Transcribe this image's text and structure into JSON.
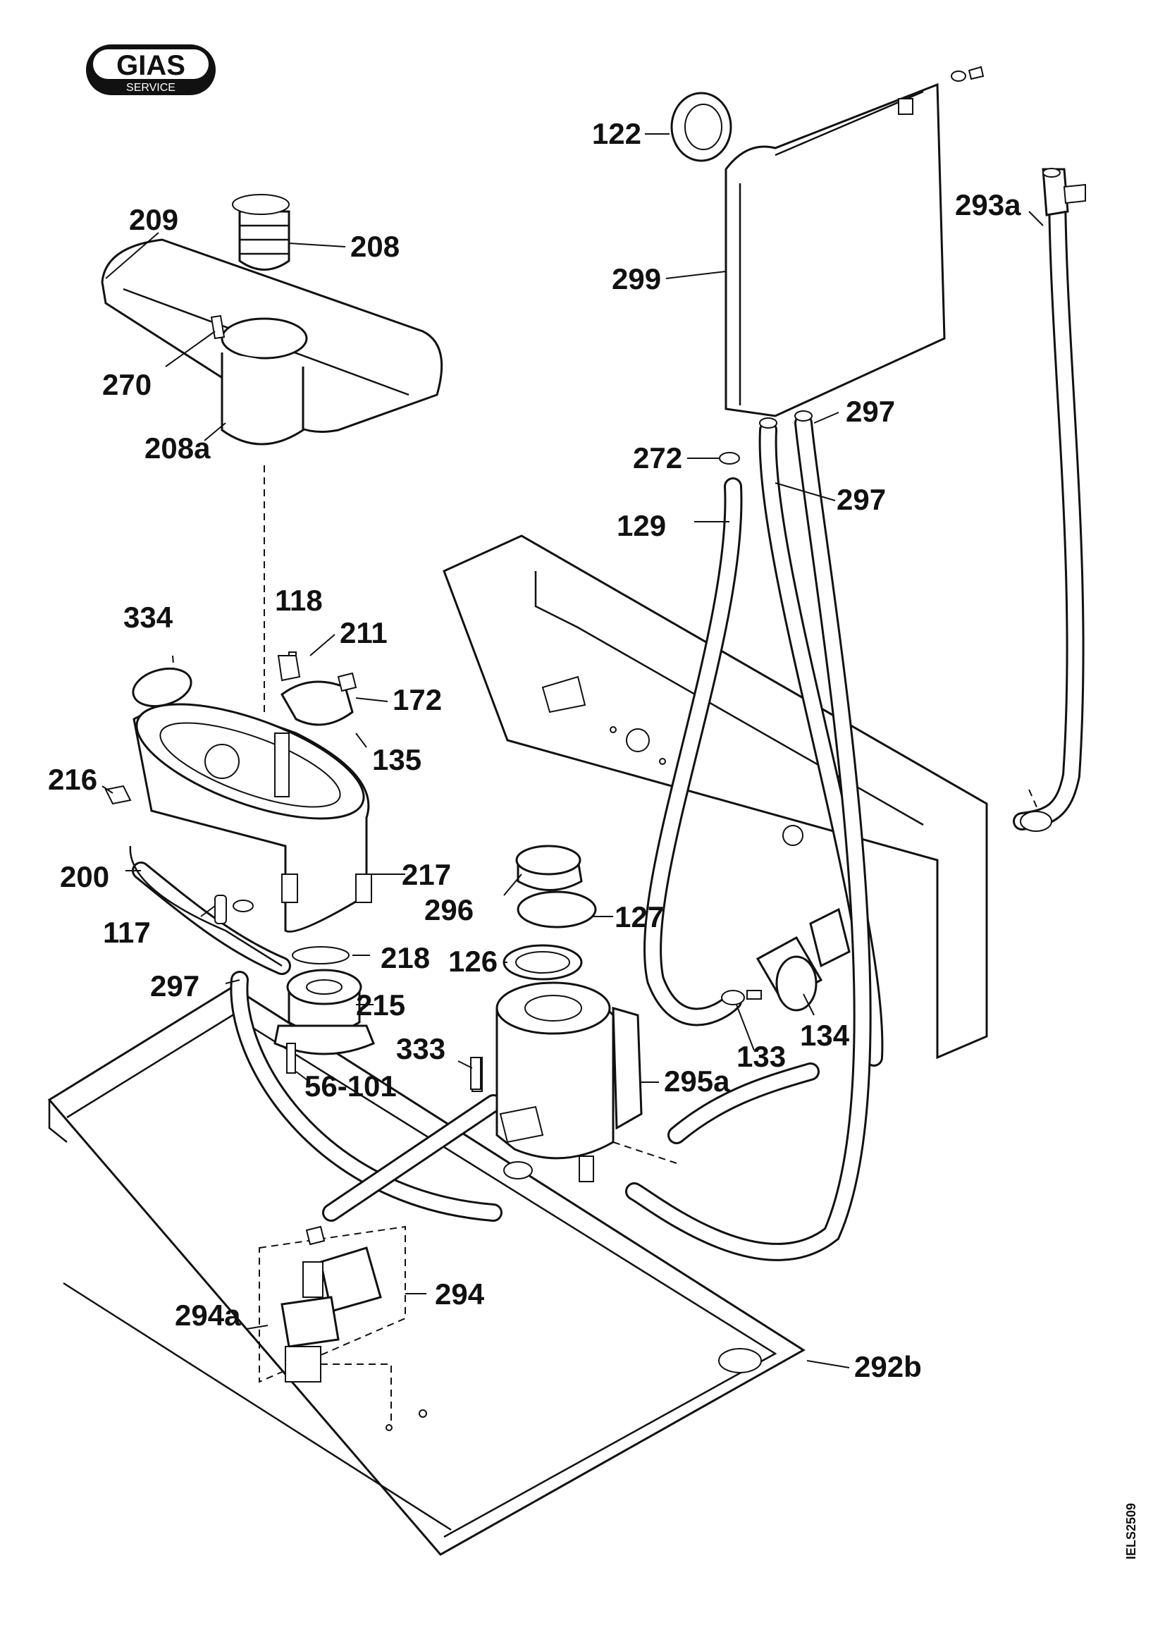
{
  "logo": {
    "brand": "GIAS",
    "subtitle": "SERVICE"
  },
  "drawing_code": "IELS2509",
  "part_labels": {
    "p122": "122",
    "p209": "209",
    "p208": "208",
    "p293a": "293a",
    "p299": "299",
    "p270": "270",
    "p208a": "208a",
    "p297_top": "297",
    "p272": "272",
    "p297_mid": "297",
    "p129": "129",
    "p118": "118",
    "p334": "334",
    "p211": "211",
    "p172": "172",
    "p135": "135",
    "p216": "216",
    "p217": "217",
    "p200": "200",
    "p296": "296",
    "p127": "127",
    "p117": "117",
    "p218": "218",
    "p126": "126",
    "p297_low": "297",
    "p215": "215",
    "p134": "134",
    "p133": "133",
    "p333": "333",
    "p295a": "295a",
    "p56_101": "56-101",
    "p294": "294",
    "p294a": "294a",
    "p292b": "292b"
  }
}
